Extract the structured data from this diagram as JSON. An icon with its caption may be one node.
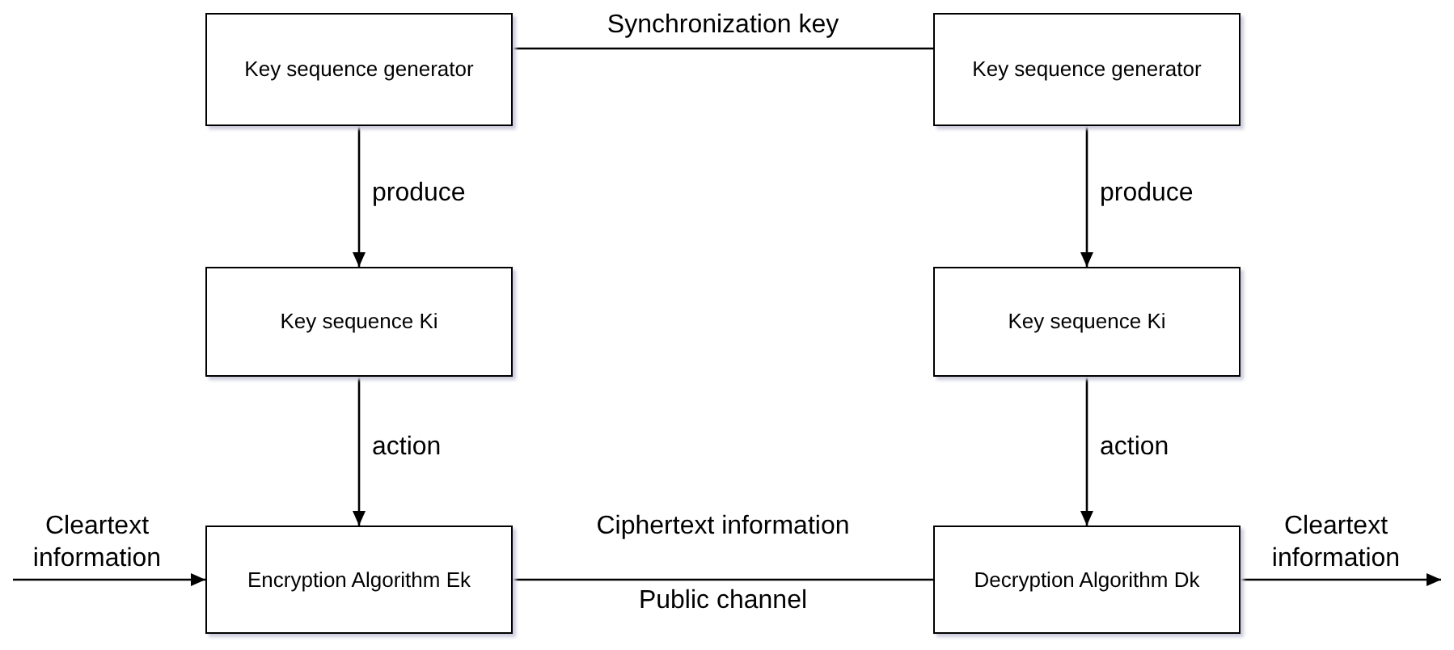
{
  "diagram": {
    "nodes": [
      {
        "text": [
          "Key sequence generator"
        ]
      },
      {
        "text": [
          "Key sequence generator"
        ]
      },
      {
        "text": [
          "Key sequence Ki"
        ]
      },
      {
        "text": [
          "Key sequence Ki"
        ]
      },
      {
        "text": [
          "Encryption Algorithm Ek"
        ]
      },
      {
        "text": [
          "Decryption Algorithm Dk"
        ]
      }
    ],
    "edges": [
      {
        "from": 0,
        "to": 1,
        "arrow": "none",
        "label": "Synchronization key"
      },
      {
        "from": 0,
        "to": 2,
        "arrow": "to",
        "label": "produce"
      },
      {
        "from": 1,
        "to": 3,
        "arrow": "to",
        "label": "produce"
      },
      {
        "from": 2,
        "to": 4,
        "arrow": "to",
        "label": "action"
      },
      {
        "from": 3,
        "to": 5,
        "arrow": "to",
        "label": "action"
      },
      {
        "from": 4,
        "to": 5,
        "arrow": "none",
        "label": "Ciphertext information"
      },
      {
        "from": null,
        "to": 4,
        "arrow": "to",
        "label": "Cleartext information"
      },
      {
        "from": 5,
        "to": null,
        "arrow": "to",
        "label": "Cleartext information"
      }
    ],
    "labels": [
      "Public channel"
    ]
  }
}
